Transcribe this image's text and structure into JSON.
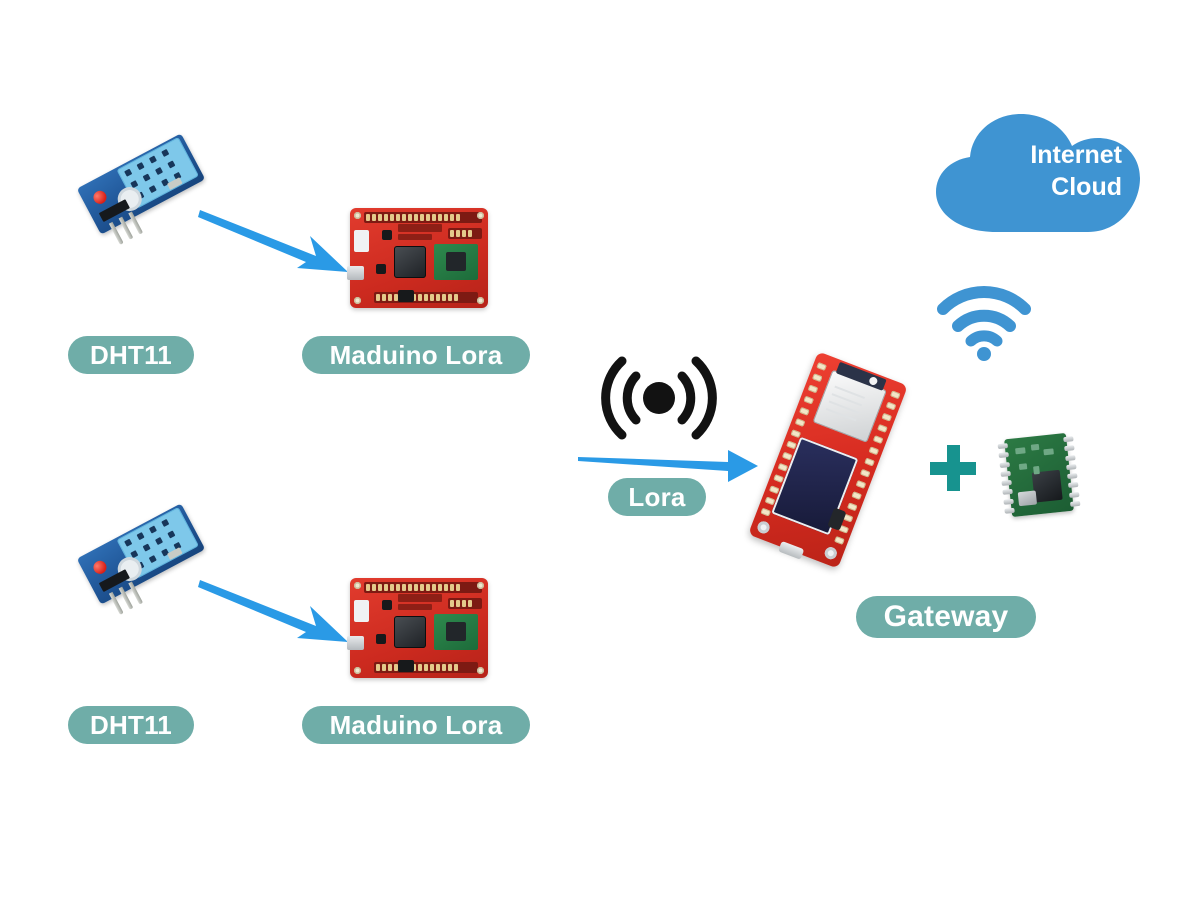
{
  "diagram": {
    "title": "LoRa IoT sensor network to gateway and internet cloud",
    "colors": {
      "label_pill": "#6fada8",
      "cloud_blue": "#3f94d2",
      "wifi_blue": "#3f94d2",
      "arrow_blue": "#2a9ae6",
      "plus_teal": "#17938f",
      "pcb_red": "#d62b20",
      "pcb_blue": "#1f5596",
      "pcb_green": "#2c7a44",
      "rf_black": "#121212",
      "background": "#ffffff"
    }
  },
  "nodes": {
    "sensor_1": {
      "label": "DHT11",
      "icon": "dht11-sensor-icon"
    },
    "sensor_2": {
      "label": "DHT11",
      "icon": "dht11-sensor-icon"
    },
    "node_1": {
      "label": "Maduino Lora",
      "icon": "maduino-lora-board-icon"
    },
    "node_2": {
      "label": "Maduino Lora",
      "icon": "maduino-lora-board-icon"
    },
    "gateway": {
      "label": "Gateway",
      "icon": "esp32-oled-board-icon"
    },
    "lora_module": {
      "icon": "rfm95-lora-module-icon"
    },
    "cloud": {
      "line1": "Internet",
      "line2": "Cloud",
      "icon": "cloud-icon"
    },
    "wifi": {
      "icon": "wifi-icon"
    },
    "rf_broadcast": {
      "icon": "rf-broadcast-icon"
    },
    "plus": {
      "symbol": "+",
      "icon": "plus-icon"
    }
  },
  "connections": {
    "sensor1_to_node1": {
      "icon": "blue-arrow-icon"
    },
    "sensor2_to_node2": {
      "icon": "blue-arrow-icon"
    },
    "lora_link": {
      "label": "Lora",
      "icon": "blue-arrow-icon"
    }
  }
}
